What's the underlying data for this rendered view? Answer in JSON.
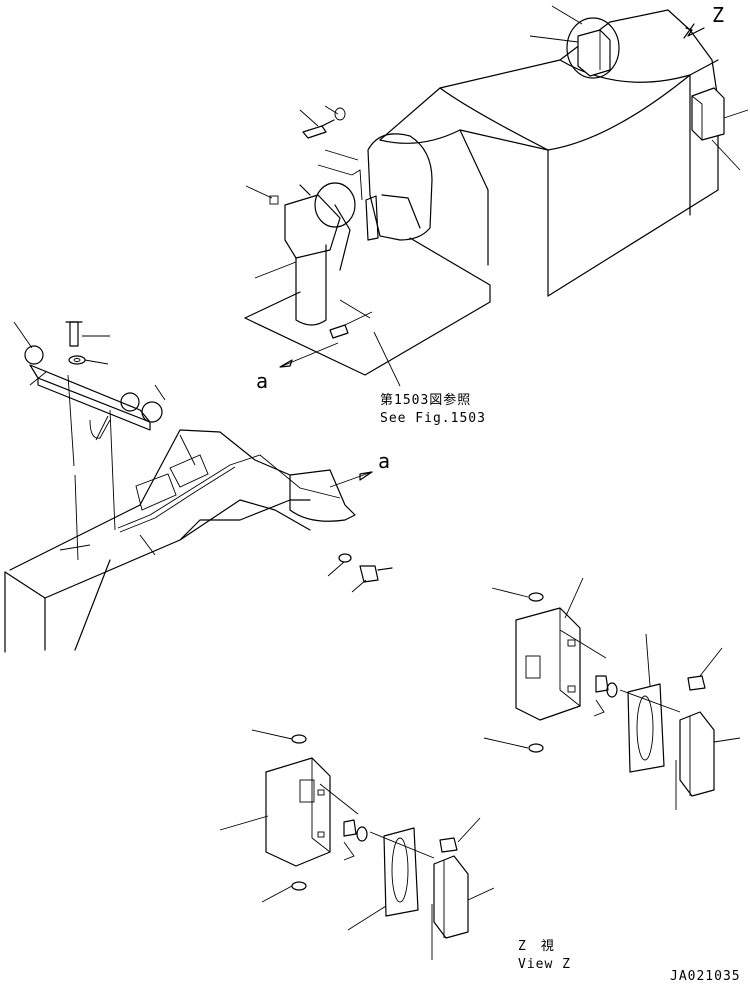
{
  "labels": {
    "view_arrow_letter": "Z",
    "ref_arrow_left": "a",
    "ref_arrow_right": "a",
    "see_fig_jp": "第1503図参照",
    "see_fig_en": "See Fig.1503",
    "view_jp": "Z　視",
    "view_en": "View Z",
    "drawing_code": "JA021035"
  }
}
